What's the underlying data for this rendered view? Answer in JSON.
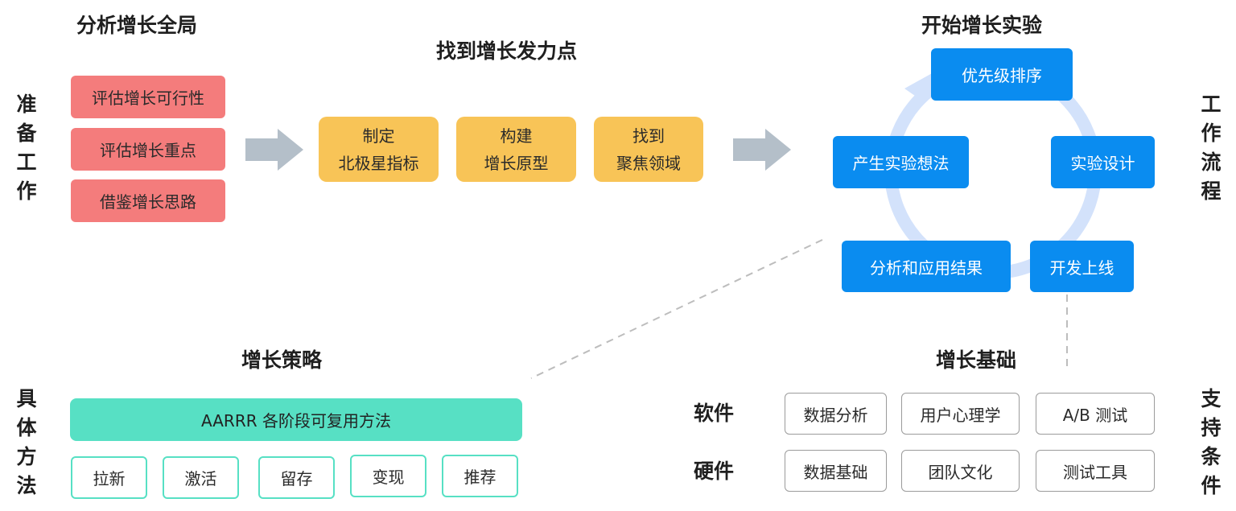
{
  "prep": {
    "side_label": "准\n备\n工\n作",
    "heading": "分析增长全局",
    "items": [
      "评估增长可行性",
      "评估增长重点",
      "借鉴增长思路"
    ]
  },
  "focus": {
    "heading": "找到增长发力点",
    "items": [
      "制定\n北极星指标",
      "构建\n增长原型",
      "找到\n聚焦领域"
    ]
  },
  "experiment": {
    "heading": "开始增长实验",
    "side_label": "工\n作\n流\n程",
    "steps": [
      "优先级排序",
      "实验设计",
      "开发上线",
      "分析和应用结果",
      "产生实验想法"
    ]
  },
  "strategy": {
    "side_label": "具\n体\n方\n法",
    "heading": "增长策略",
    "banner": "AARRR 各阶段可复用方法",
    "items": [
      "拉新",
      "激活",
      "留存",
      "变现",
      "推荐"
    ]
  },
  "foundation": {
    "heading": "增长基础",
    "side_label": "支\n持\n条\n件",
    "software_label": "软件",
    "software_items": [
      "数据分析",
      "用户心理学",
      "A/B 测试"
    ],
    "hardware_label": "硬件",
    "hardware_items": [
      "数据基础",
      "团队文化",
      "测试工具"
    ]
  },
  "colors": {
    "red": "#f47c7c",
    "yellow": "#f8c457",
    "blue": "#0a8cf0",
    "teal": "#57e0c4",
    "arrow": "#b4bfc9",
    "cycle": "#d3e2fb"
  }
}
